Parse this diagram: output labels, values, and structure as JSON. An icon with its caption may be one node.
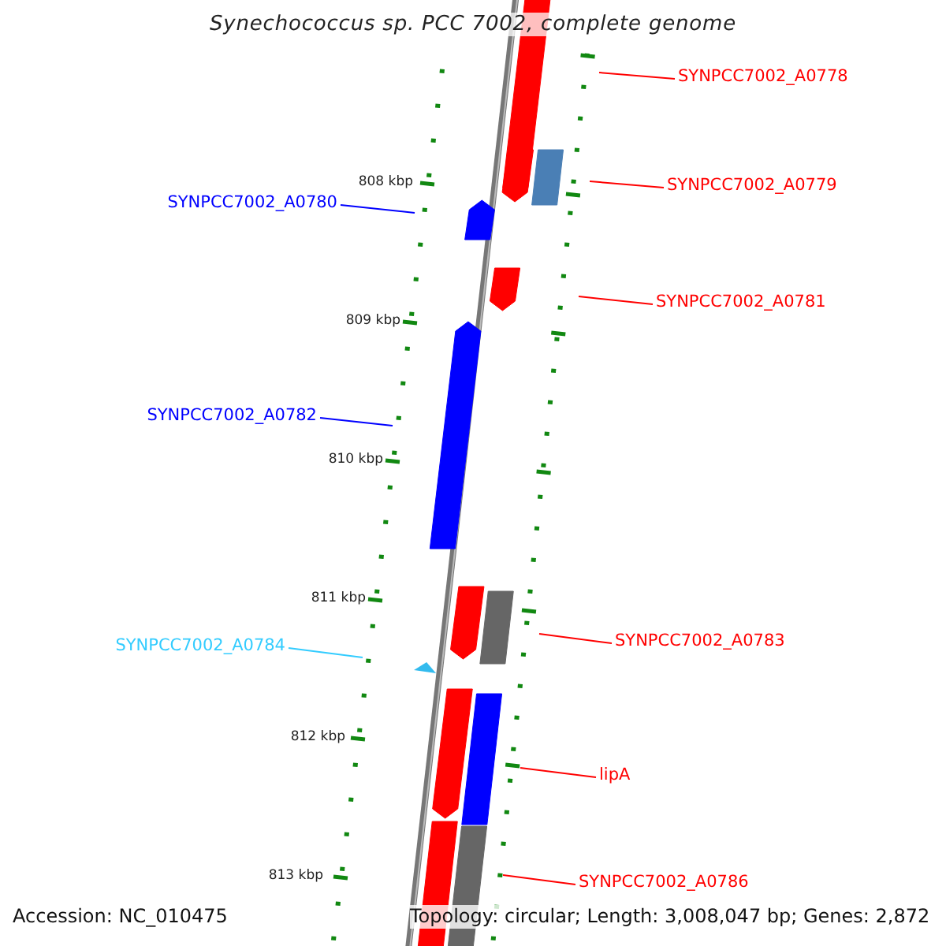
{
  "diagram": {
    "title": "Synechococcus sp. PCC 7002, complete genome",
    "nodes": [
      {
        "text": [
          "SYNPCC7002_A0778"
        ]
      },
      {
        "text": [
          "SYNPCC7002_A0779"
        ]
      },
      {
        "text": [
          "SYNPCC7002_A0780"
        ]
      },
      {
        "text": [
          "SYNPCC7002_A0781"
        ]
      },
      {
        "text": [
          "SYNPCC7002_A0782"
        ]
      },
      {
        "text": [
          "SYNPCC7002_A0783"
        ]
      },
      {
        "text": [
          "SYNPCC7002_A0784"
        ]
      },
      {
        "text": [
          "lipA"
        ]
      },
      {
        "text": [
          "SYNPCC7002_A0786"
        ]
      }
    ],
    "edges": [
      {
        "from": 0,
        "to": null,
        "arrow": "none"
      },
      {
        "from": 1,
        "to": null,
        "arrow": "none"
      },
      {
        "from": 2,
        "to": null,
        "arrow": "none",
        "color": "#0000ff"
      },
      {
        "from": 3,
        "to": null,
        "arrow": "none"
      },
      {
        "from": 4,
        "to": null,
        "arrow": "none",
        "color": "#0000ff"
      },
      {
        "from": 5,
        "to": null,
        "arrow": "none"
      },
      {
        "from": 6,
        "to": null,
        "arrow": "none",
        "color": "#33ccff"
      },
      {
        "from": 7,
        "to": null,
        "arrow": "none"
      },
      {
        "from": 8,
        "to": null,
        "arrow": "none"
      }
    ],
    "labels": [
      "808 kbp",
      "809 kbp",
      "810 kbp",
      "811 kbp",
      "812 kbp",
      "813 kbp",
      "Accession: NC_010475",
      "Topology: circular; Length: 3,008,047 bp; Genes: 2,872"
    ]
  }
}
